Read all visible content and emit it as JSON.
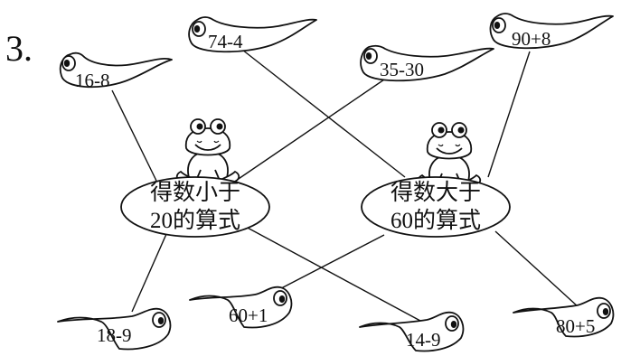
{
  "problem_number": "3.",
  "categories": [
    {
      "id": "lt20",
      "lines": [
        "得数小于",
        "20的算式"
      ]
    },
    {
      "id": "gt60",
      "lines": [
        "得数大于",
        "60的算式"
      ]
    }
  ],
  "tadpoles": [
    {
      "id": "t-16-8",
      "expr": "16-8",
      "connects_to": "lt20"
    },
    {
      "id": "t-74-4",
      "expr": "74-4",
      "connects_to": "gt60"
    },
    {
      "id": "t-35-30",
      "expr": "35-30",
      "connects_to": "lt20"
    },
    {
      "id": "t-90-8",
      "expr": "90+8",
      "connects_to": "gt60"
    },
    {
      "id": "t-18-9",
      "expr": "18-9",
      "connects_to": "lt20"
    },
    {
      "id": "t-60-1",
      "expr": "60+1",
      "connects_to": "gt60"
    },
    {
      "id": "t-14-9",
      "expr": "14-9",
      "connects_to": "lt20"
    },
    {
      "id": "t-80-5",
      "expr": "80+5",
      "connects_to": "gt60"
    }
  ]
}
